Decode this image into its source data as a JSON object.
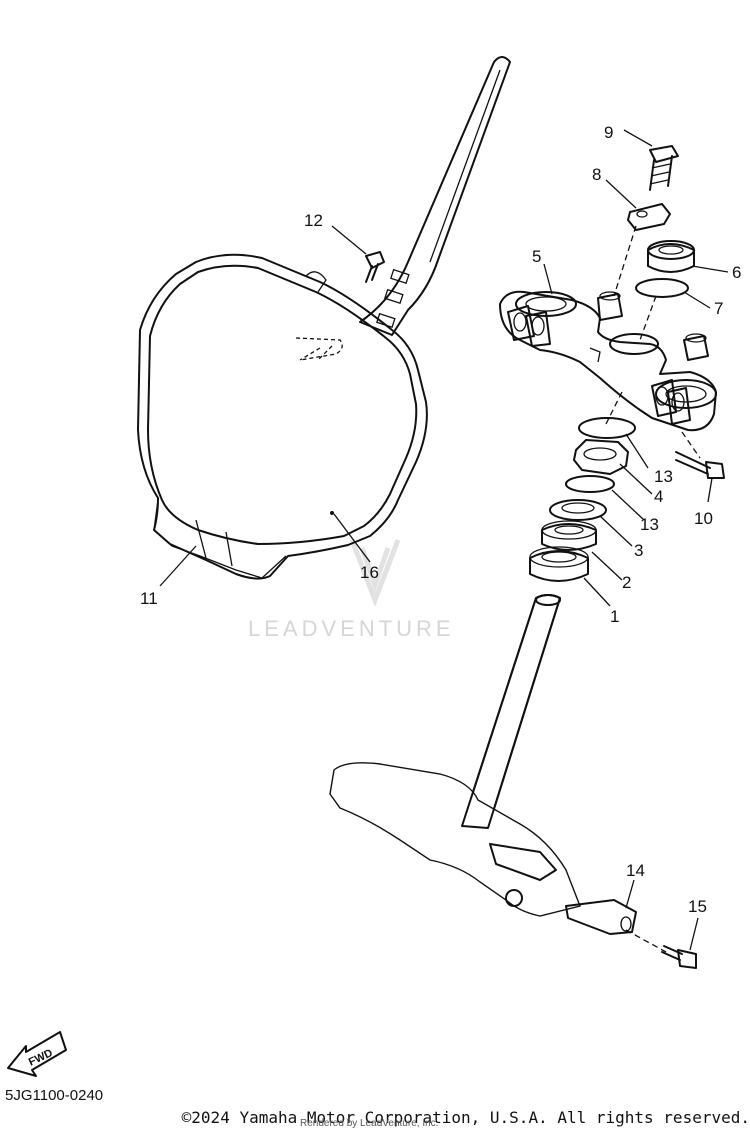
{
  "callouts": [
    {
      "id": "1",
      "label": "1"
    },
    {
      "id": "2",
      "label": "2"
    },
    {
      "id": "3",
      "label": "3"
    },
    {
      "id": "4",
      "label": "4"
    },
    {
      "id": "5",
      "label": "5"
    },
    {
      "id": "6",
      "label": "6"
    },
    {
      "id": "7",
      "label": "7"
    },
    {
      "id": "8",
      "label": "8"
    },
    {
      "id": "9",
      "label": "9"
    },
    {
      "id": "10",
      "label": "10"
    },
    {
      "id": "11",
      "label": "11"
    },
    {
      "id": "12",
      "label": "12"
    },
    {
      "id": "13a",
      "label": "13"
    },
    {
      "id": "13b",
      "label": "13"
    },
    {
      "id": "14",
      "label": "14"
    },
    {
      "id": "15",
      "label": "15"
    },
    {
      "id": "16",
      "label": "16"
    }
  ],
  "fwd_label": "FWD",
  "watermark": "LEADVENTURE",
  "part_code": "5JG1100-0240",
  "copyright": "©2024 Yamaha Motor Corporation, U.S.A. All rights reserved.",
  "rendered_by": "Rendered by LeadVenture, Inc."
}
